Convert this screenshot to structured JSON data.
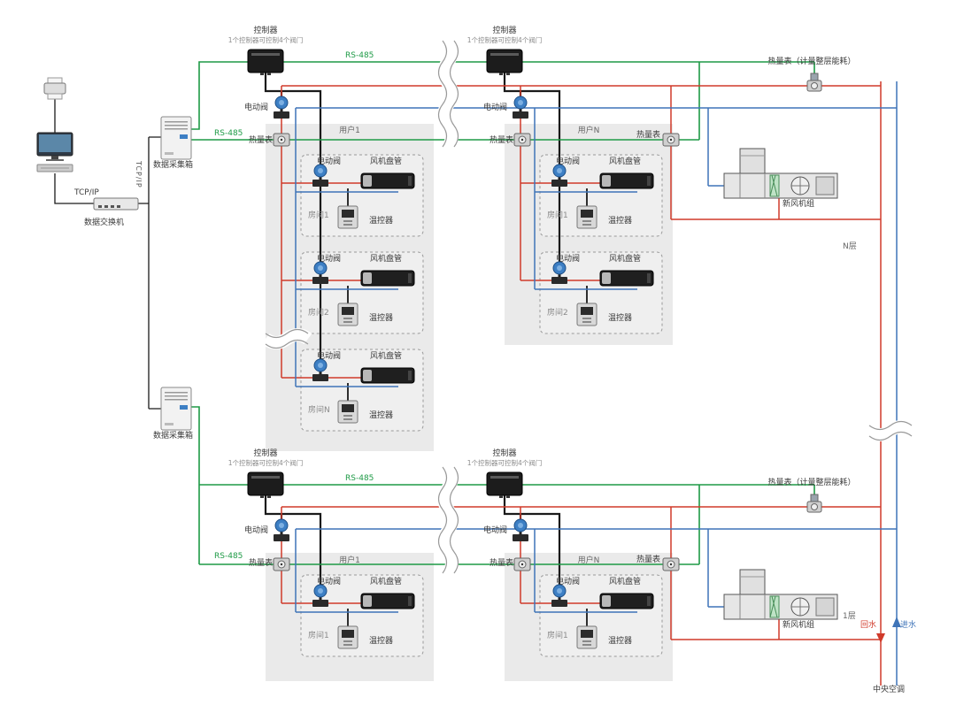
{
  "diagram": {
    "left_chain": {
      "tcpip": "TCP/IP",
      "switch_label": "数据交换机",
      "daq_label": "数据采集箱"
    },
    "controller": {
      "title": "控制器",
      "note": "1个控制器可控制4个阀门"
    },
    "bus": {
      "rs485": "RS-485"
    },
    "devices": {
      "valve": "电动阀",
      "heat_meter": "热量表",
      "floor_meter": "热量表（计量整层能耗）",
      "fan_coil": "风机盘管",
      "thermostat": "温控器",
      "fresh_air": "新风机组"
    },
    "rooms": {
      "room1": "房间1",
      "room2": "房间2",
      "roomN": "房间N"
    },
    "users": {
      "user1": "用户1",
      "userN": "用户N"
    },
    "floors": {
      "floorN": "N层",
      "floor1": "1层"
    },
    "pipes": {
      "return": "回水",
      "supply": "进水",
      "central": "中央空调"
    },
    "colors": {
      "rs485": "#1e9a46",
      "return": "#d03a2a",
      "supply": "#3f74b8",
      "cable": "#1a1a1a"
    }
  }
}
